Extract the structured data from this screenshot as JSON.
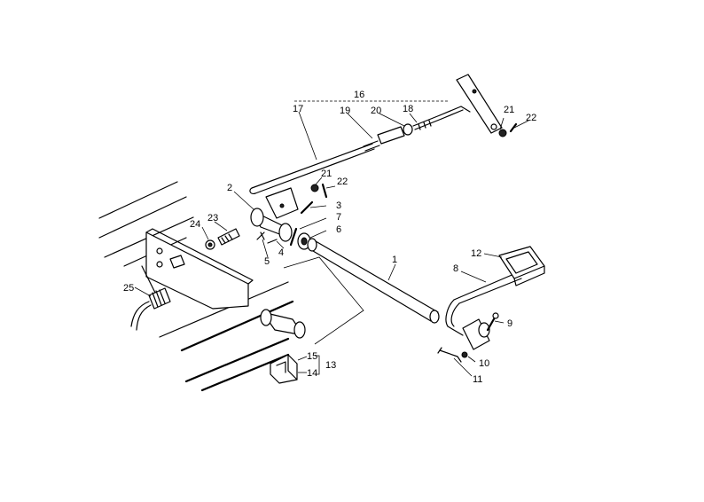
{
  "callouts": {
    "c1": "1",
    "c2": "2",
    "c3": "3",
    "c4": "4",
    "c5": "5",
    "c6": "6",
    "c7": "7",
    "c8": "8",
    "c9": "9",
    "c10": "10",
    "c11": "11",
    "c12": "12",
    "c13": "13",
    "c14": "14",
    "c15": "15",
    "c16": "16",
    "c17": "17",
    "c18": "18",
    "c19": "19",
    "c20": "20",
    "c21a": "21",
    "c22a": "22",
    "c21b": "21",
    "c22b": "22",
    "c23": "23",
    "c24": "24",
    "c25": "25"
  }
}
